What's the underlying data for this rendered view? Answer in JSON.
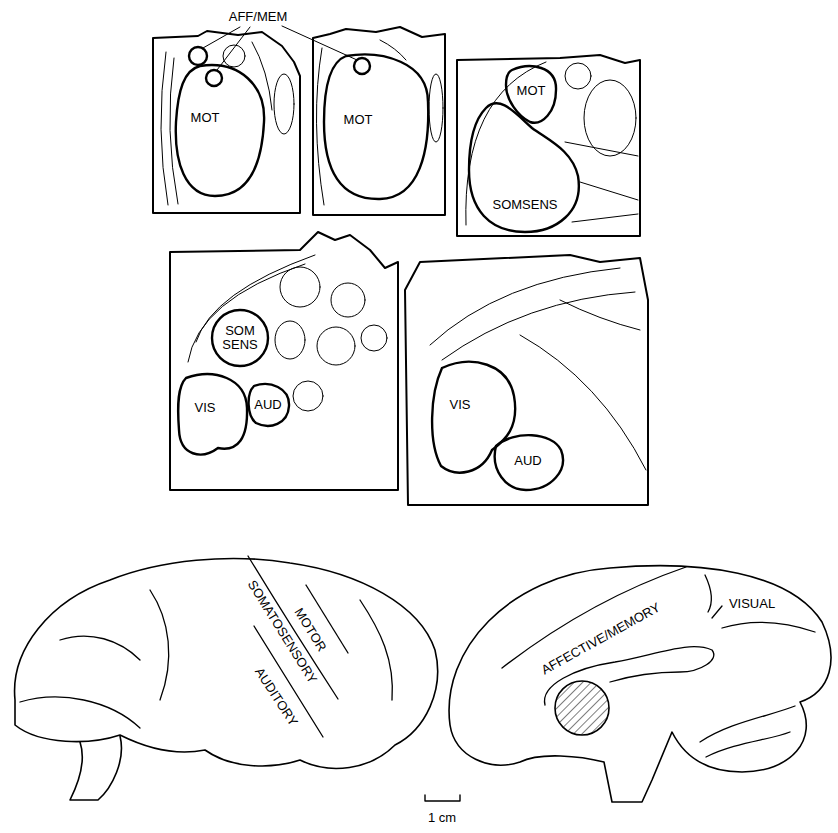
{
  "diagram": {
    "nodes": [
      {
        "text": [
          "MOT"
        ]
      },
      {
        "text": [
          "MOT"
        ]
      },
      {
        "text": [
          "MOT"
        ]
      },
      {
        "text": [
          "SOMSENS"
        ]
      },
      {
        "text": [
          "SOM SENS"
        ]
      },
      {
        "text": [
          "VIS"
        ]
      },
      {
        "text": [
          "AUD"
        ]
      },
      {
        "text": [
          "VIS"
        ]
      },
      {
        "text": [
          "AUD"
        ]
      }
    ],
    "labels": [
      "AFF/MEM",
      "SOMATOSENSORY",
      "MOTOR",
      "AUDITORY",
      "AFFECTIVE/MEMORY",
      "VISUAL",
      "1 cm"
    ]
  }
}
